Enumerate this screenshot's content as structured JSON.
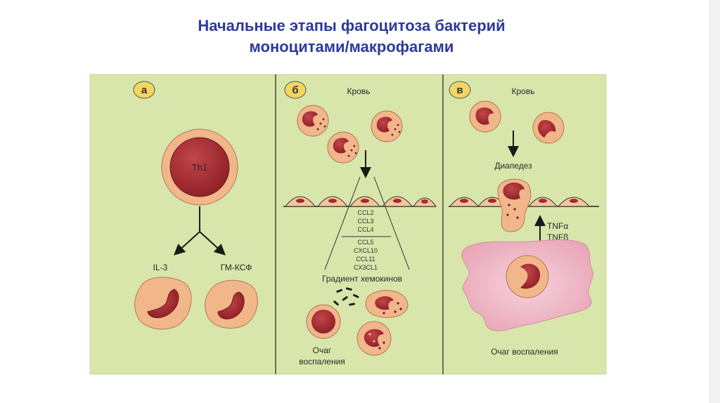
{
  "title": {
    "line1": "Начальные этапы фагоцитоза бактерий",
    "line2": "моноцитами/макрофагами"
  },
  "colors": {
    "title": "#2b3a9e",
    "panel_bg": "#d8e6ab",
    "cell_body": "#f1b68a",
    "nucleus": "#a8282f",
    "inflammation": "#efb7c5",
    "badge": "#f3d561"
  },
  "panels": {
    "a": {
      "letter": "а",
      "cell_label": "Th1",
      "left_label": "IL-3",
      "right_label": "ГМ-КСФ"
    },
    "b": {
      "letter": "б",
      "blood_label": "Кровь",
      "chemokines_top": [
        "CCL2",
        "CCL3",
        "CCL4"
      ],
      "chemokines_bottom": [
        "CCL5",
        "CXCL10",
        "CCL11",
        "CX3CL1"
      ],
      "gradient_label": "Градиент хемокинов",
      "focus_line1": "Очаг",
      "focus_line2": "воспаления"
    },
    "c": {
      "letter": "в",
      "blood_label": "Кровь",
      "diapedesis_label": "Диапедез",
      "tnf_alpha": "TNFα",
      "tnf_beta": "TNFβ",
      "focus_label": "Очаг воспаления"
    }
  }
}
